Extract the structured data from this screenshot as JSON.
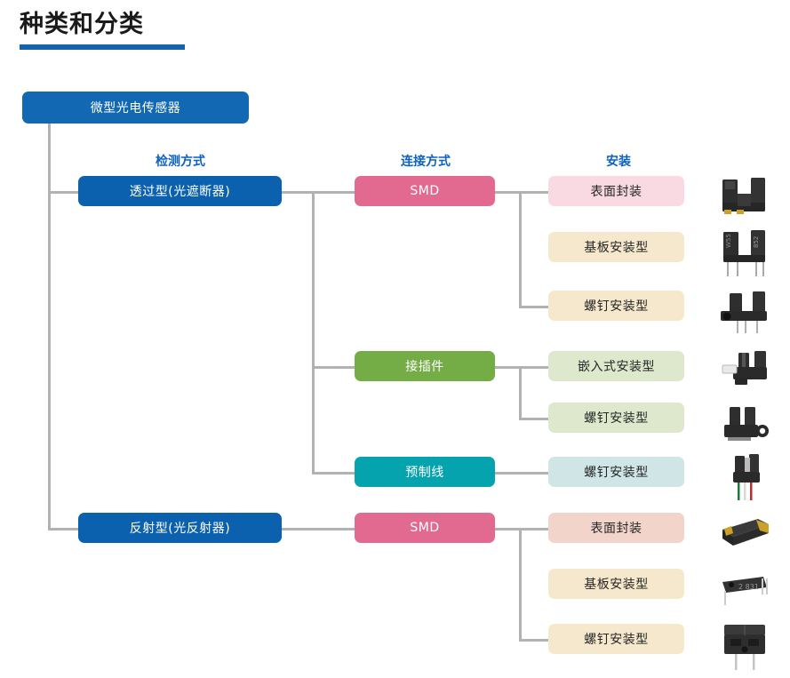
{
  "page": {
    "title": "种类和分类",
    "accent_color": "#1464ad",
    "line_color": "#b2b2b2"
  },
  "columns": [
    {
      "key": "detection",
      "label": "检测方式",
      "color": "#0b62c4"
    },
    {
      "key": "connection",
      "label": "连接方式",
      "color": "#0b62c4"
    },
    {
      "key": "mounting",
      "label": "安装",
      "color": "#0b62c4"
    }
  ],
  "root": {
    "label": "微型光电传感器",
    "color": "#1268b3",
    "text_color": "#ffffff"
  },
  "nodes": {
    "transmissive": {
      "label": "透过型(光遮断器)",
      "color": "#0b61ae"
    },
    "reflective": {
      "label": "反射型(光反射器)",
      "color": "#0b61ae"
    },
    "smd_top": {
      "label": "SMD",
      "color": "#e2698f"
    },
    "smd_bottom": {
      "label": "SMD",
      "color": "#e2698f"
    },
    "connector": {
      "label": "接插件",
      "color": "#74ad46"
    },
    "prewired": {
      "label": "预制线",
      "color": "#05a3ad"
    },
    "m1": {
      "label": "表面封装",
      "color": "#f9d9e2"
    },
    "m2": {
      "label": "基板安装型",
      "color": "#f5e8cc"
    },
    "m3": {
      "label": "螺钉安装型",
      "color": "#f5e8cc"
    },
    "m4": {
      "label": "嵌入式安装型",
      "color": "#dde8cd"
    },
    "m5": {
      "label": "螺钉安装型",
      "color": "#dde8cd"
    },
    "m6": {
      "label": "螺钉安装型",
      "color": "#cfe5e6"
    },
    "m7": {
      "label": "表面封装",
      "color": "#f2d4cb"
    },
    "m8": {
      "label": "基板安装型",
      "color": "#f5e8cc"
    },
    "m9": {
      "label": "螺钉安装型",
      "color": "#f5e8cc"
    }
  },
  "photos": [
    {
      "key": "p1",
      "name": "photo-surface-mount-slot-sensor"
    },
    {
      "key": "p2",
      "name": "photo-pcb-mount-slot-sensor"
    },
    {
      "key": "p3",
      "name": "photo-screw-mount-slot-sensor"
    },
    {
      "key": "p4",
      "name": "photo-embedded-connector-sensor"
    },
    {
      "key": "p5",
      "name": "photo-screw-mount-connector-sensor"
    },
    {
      "key": "p6",
      "name": "photo-prewired-slot-sensor"
    },
    {
      "key": "p7",
      "name": "photo-smd-reflective-sensor"
    },
    {
      "key": "p8",
      "name": "photo-pcb-mount-reflective-sensor"
    },
    {
      "key": "p9",
      "name": "photo-screw-mount-reflective-sensor"
    }
  ]
}
